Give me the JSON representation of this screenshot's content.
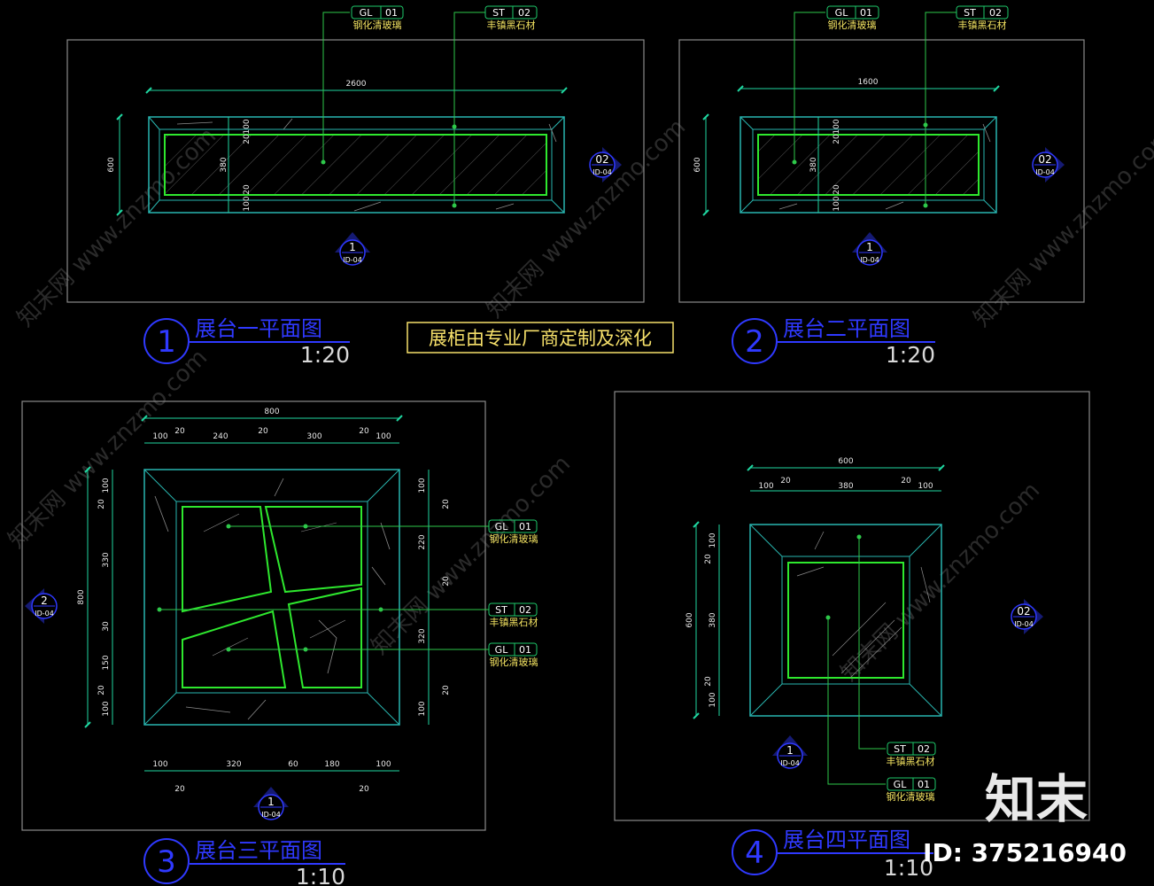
{
  "colors": {
    "background": "#000000",
    "frame": "#8a8a8a",
    "cabinet": "#29b6b0",
    "glass": "#2ee82e",
    "leader": "#2ec84a",
    "dimension": "#1fd6a0",
    "title": "#2f39ff",
    "note": "#f6e06a",
    "tag_box": "#1ec86a"
  },
  "tags": {
    "gl_code": "GL",
    "gl_num": "01",
    "gl_text": "钢化清玻璃",
    "st_code": "ST",
    "st_num": "02",
    "st_text": "丰镇黑石材"
  },
  "note": "展柜由专业厂商定制及深化",
  "watermark": {
    "logo": "知末",
    "id": "ID: 375216940",
    "text": "知末网 www.znzmo.com"
  },
  "index_ref": "ID-04",
  "drawings": [
    {
      "number": "1",
      "title": "展台一平面图",
      "scale": "1:20",
      "dims": {
        "overall_w": "2600",
        "overall_h": "600",
        "v": [
          "100",
          "20",
          "380",
          "20",
          "100"
        ]
      },
      "markers": [
        {
          "num": "1",
          "ref": "ID-04"
        },
        {
          "num": "02",
          "ref": "ID-04"
        }
      ]
    },
    {
      "number": "2",
      "title": "展台二平面图",
      "scale": "1:20",
      "dims": {
        "overall_w": "1600",
        "overall_h": "600",
        "v": [
          "100",
          "20",
          "380",
          "20",
          "100"
        ]
      },
      "markers": [
        {
          "num": "1",
          "ref": "ID-04"
        },
        {
          "num": "02",
          "ref": "ID-04"
        }
      ]
    },
    {
      "number": "3",
      "title": "展台三平面图",
      "scale": "1:10",
      "dims": {
        "overall_w": "800",
        "top": [
          "100",
          "20",
          "240",
          "20",
          "300",
          "20",
          "100"
        ],
        "left_total": "800",
        "left": [
          "100",
          "20",
          "330",
          "30",
          "150",
          "20",
          "100"
        ],
        "right": [
          "100",
          "20",
          "220",
          "20",
          "320",
          "20",
          "100"
        ],
        "bottom": [
          "100",
          "320",
          "60",
          "180",
          "100"
        ],
        "bottom_small": [
          "20",
          "20"
        ]
      },
      "markers": [
        {
          "num": "1",
          "ref": "ID-04"
        },
        {
          "num": "2",
          "ref": "ID-04"
        }
      ]
    },
    {
      "number": "4",
      "title": "展台四平面图",
      "scale": "1:10",
      "dims": {
        "overall_w": "600",
        "top": [
          "100",
          "20",
          "380",
          "20",
          "100"
        ],
        "left_total": "600",
        "left": [
          "100",
          "20",
          "380",
          "20",
          "100"
        ]
      },
      "markers": [
        {
          "num": "1",
          "ref": "ID-04"
        },
        {
          "num": "02",
          "ref": "ID-04"
        }
      ]
    }
  ]
}
